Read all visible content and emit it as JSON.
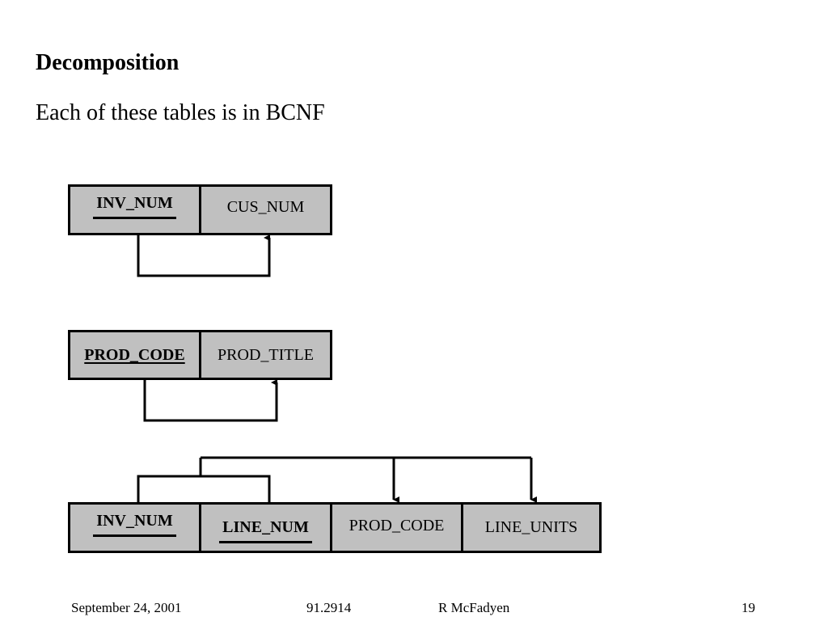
{
  "slide": {
    "title": "Decomposition",
    "subtitle": "Each of these tables is in BCNF"
  },
  "table1": {
    "columns": [
      {
        "label": "INV_NUM",
        "primary_key": true
      },
      {
        "label": "CUS_NUM",
        "primary_key": false
      }
    ]
  },
  "table2": {
    "columns": [
      {
        "label": "PROD_CODE",
        "primary_key": true
      },
      {
        "label": "PROD_TITLE",
        "primary_key": false
      }
    ]
  },
  "table3": {
    "columns": [
      {
        "label": "INV_NUM",
        "primary_key": true
      },
      {
        "label": "LINE_NUM",
        "primary_key": true
      },
      {
        "label": "PROD_CODE",
        "primary_key": false
      },
      {
        "label": "LINE_UNITS",
        "primary_key": false
      }
    ]
  },
  "footer": {
    "date": "September 24, 2001",
    "course": "91.2914",
    "author": "R McFadyen",
    "page": "19"
  },
  "colors": {
    "cell_fill": "#c0c0c0",
    "border": "#000000",
    "background": "#ffffff"
  }
}
